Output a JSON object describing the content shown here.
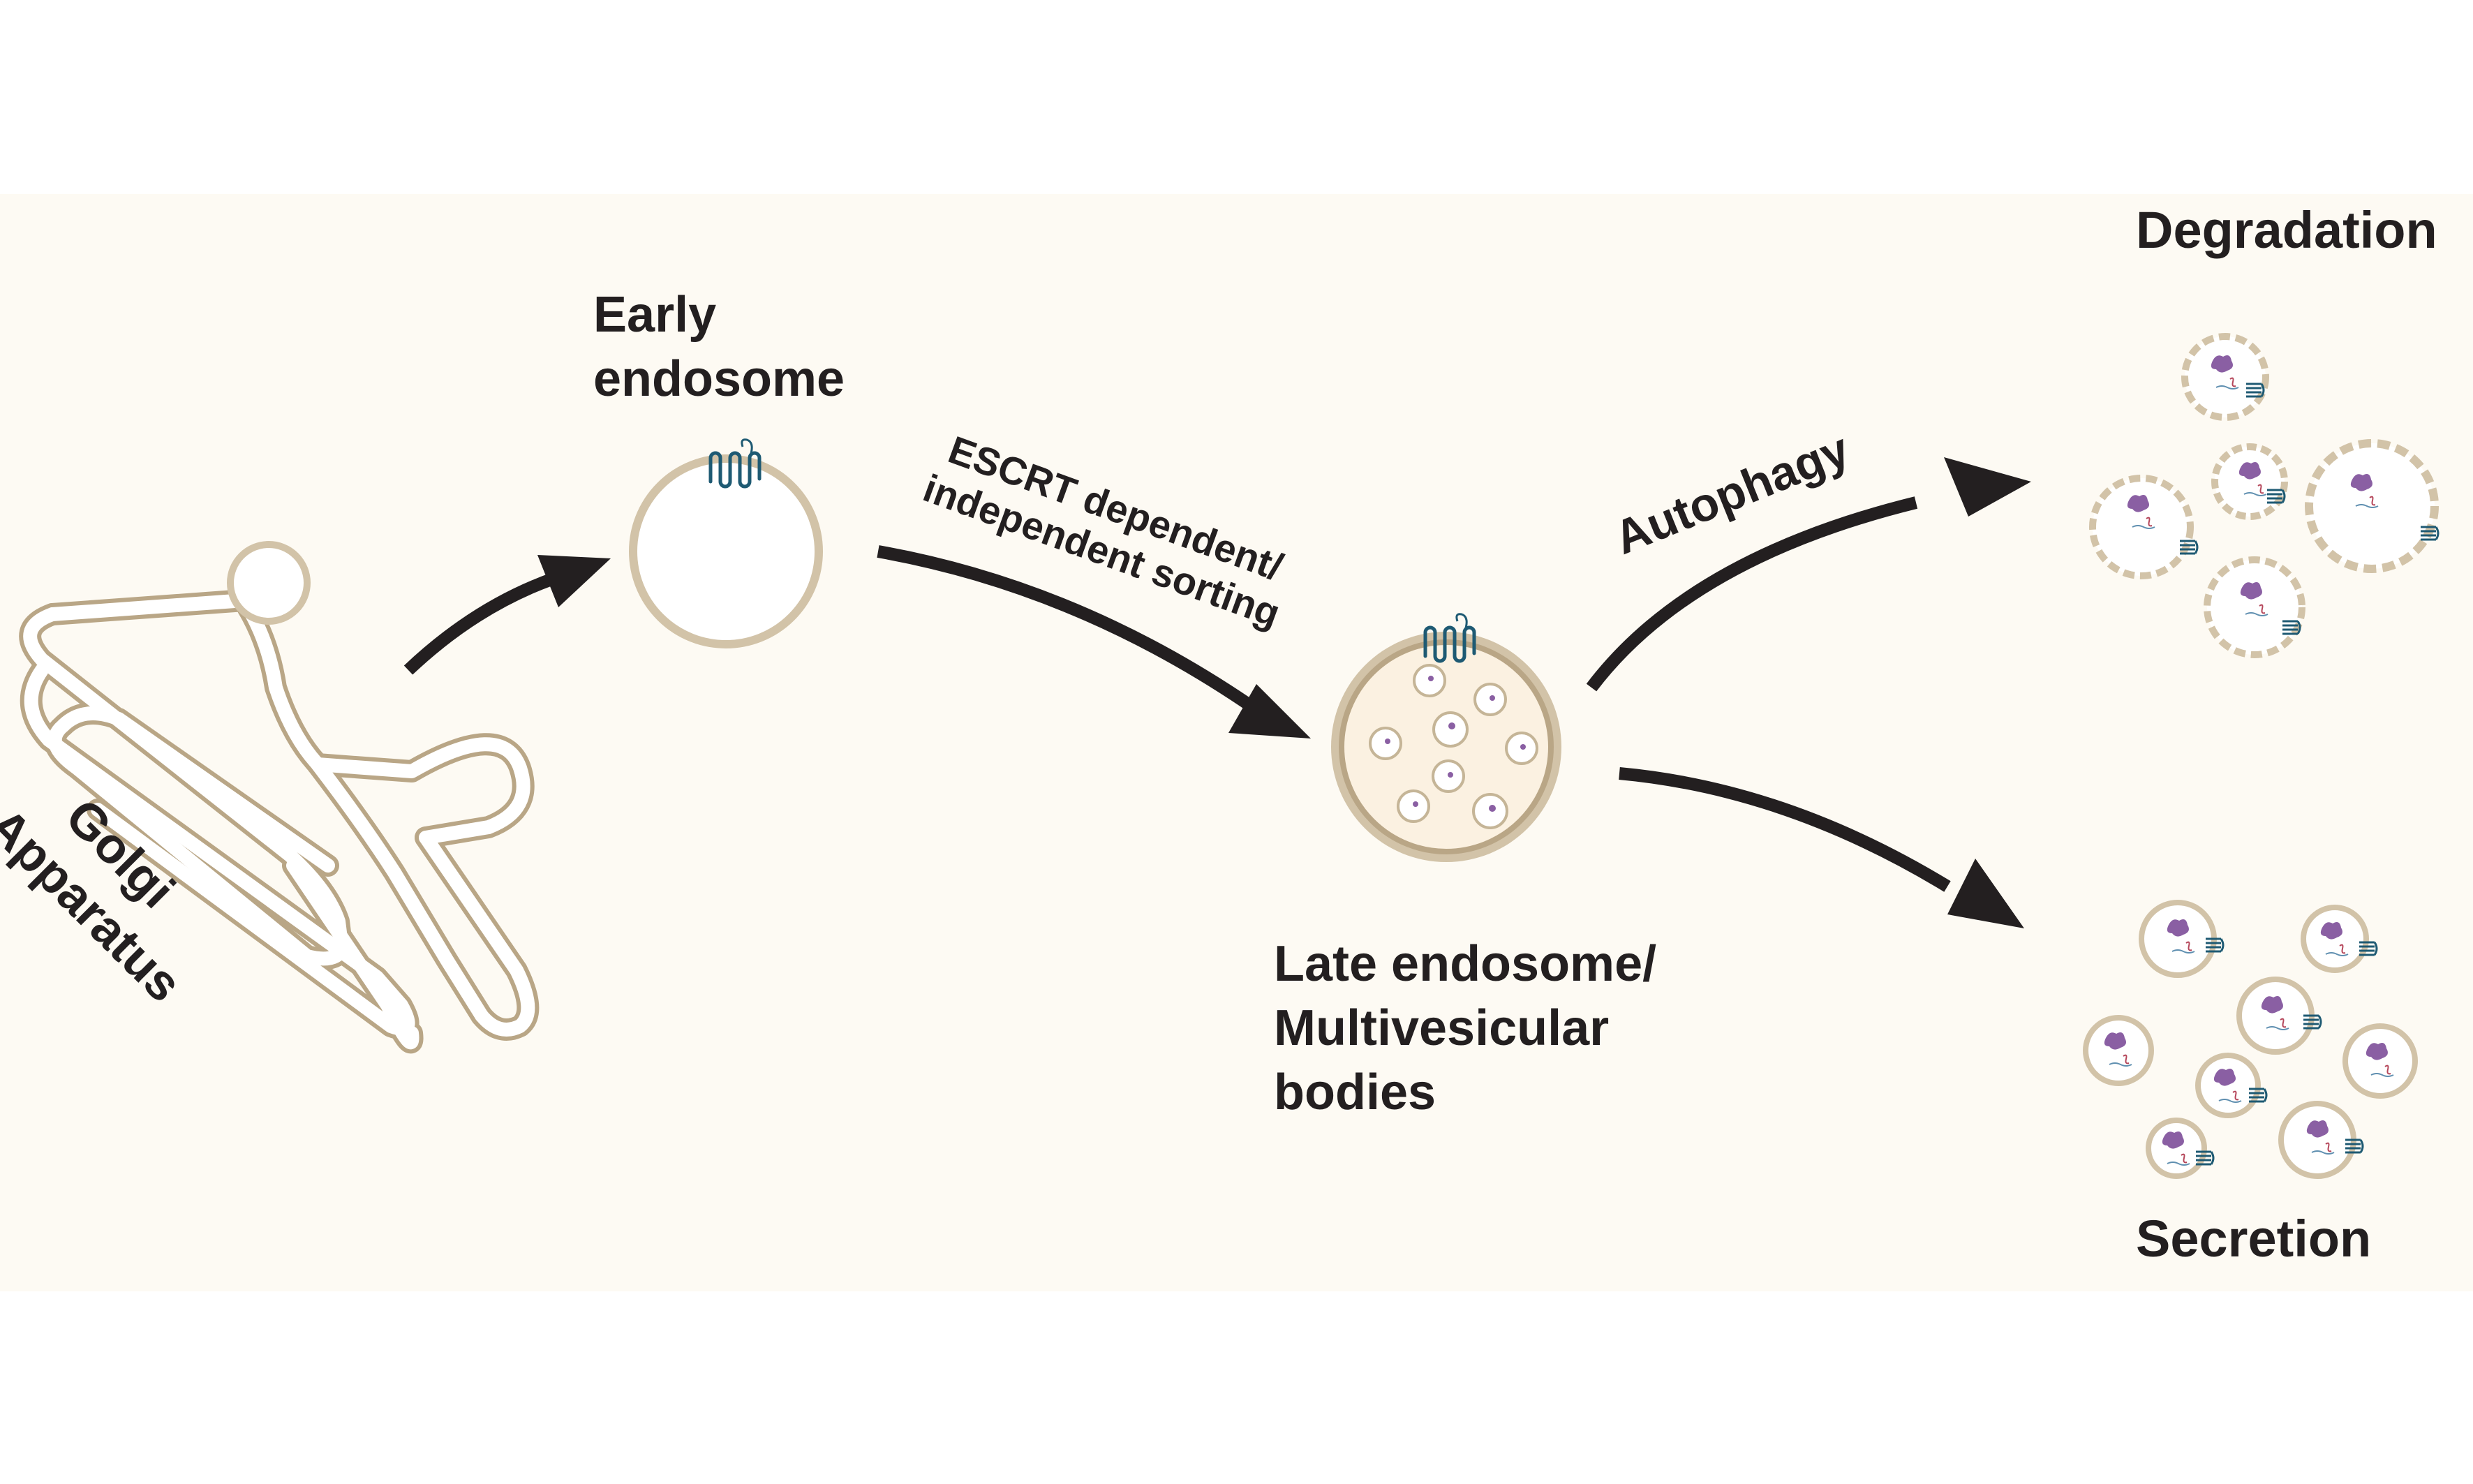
{
  "labels": {
    "golgi_line1": "Golgi",
    "golgi_line2": "Apparatus",
    "early_line1": "Early",
    "early_line2": "endosome",
    "escrt_line1": "ESCRT dependent/",
    "escrt_line2": "independent sorting",
    "late_line1": "Late endosome/",
    "late_line2": "Multivesicular",
    "late_line3": "bodies",
    "autophagy": "Autophagy",
    "degradation": "Degradation",
    "secretion": "Secretion"
  },
  "colors": {
    "background": "#fdfaf3",
    "membrane": "#d2c3a8",
    "membrane_dark": "#b9a686",
    "lumen_late": "#fbf1e1",
    "arrow": "#231f20",
    "receptor": "#1e5a73",
    "cargo_purple": "#8a5fa3",
    "cargo_red": "#b5465a",
    "text": "#231f20"
  },
  "icons": {
    "golgi": "golgi-apparatus-icon",
    "early_endosome": "early-endosome-icon",
    "mvb": "multivesicular-body-icon",
    "receptor": "transmembrane-receptor-icon",
    "vesicle": "vesicle-icon"
  }
}
